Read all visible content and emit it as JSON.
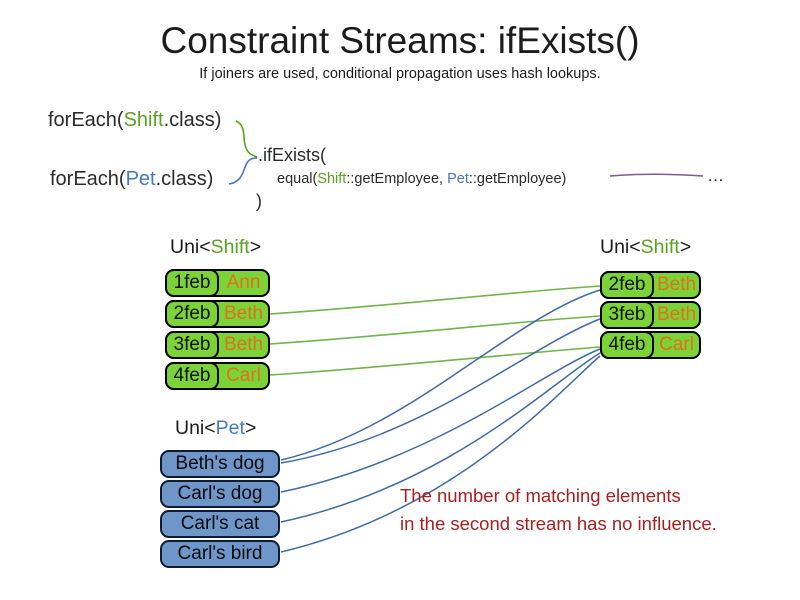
{
  "header": {
    "title": "Constraint Streams: ifExists()",
    "subtitle": "If joiners are used, conditional propagation uses hash lookups."
  },
  "code": {
    "foreach_shift": {
      "prefix": "forEach(",
      "class_name": "Shift",
      "suffix": ".class)"
    },
    "foreach_pet": {
      "prefix": "forEach(",
      "class_name": "Pet",
      "suffix": ".class)"
    },
    "if_exists": ".ifExists(",
    "equal": {
      "prefix": "equal(",
      "class1": "Shift",
      "mid": "::getEmployee, ",
      "class2": "Pet",
      "suffix": "::getEmployee)"
    },
    "ellipsis": "…",
    "close_paren": ")"
  },
  "left_shift_table": {
    "label": {
      "prefix": "Uni<",
      "class_name": "Shift",
      "suffix": ">"
    },
    "rows": [
      {
        "date": "1feb",
        "name": "Ann"
      },
      {
        "date": "2feb",
        "name": "Beth"
      },
      {
        "date": "3feb",
        "name": "Beth"
      },
      {
        "date": "4feb",
        "name": "Carl"
      }
    ]
  },
  "right_shift_table": {
    "label": {
      "prefix": "Uni<",
      "class_name": "Shift",
      "suffix": ">"
    },
    "rows": [
      {
        "date": "2feb",
        "name": "Beth"
      },
      {
        "date": "3feb",
        "name": "Beth"
      },
      {
        "date": "4feb",
        "name": "Carl"
      }
    ]
  },
  "pet_list": {
    "label": {
      "prefix": "Uni<",
      "class_name": "Pet",
      "suffix": ">"
    },
    "items": [
      "Beth's dog",
      "Carl's dog",
      "Carl's cat",
      "Carl's bird"
    ]
  },
  "note": {
    "line1": "The number of matching elements",
    "line2": "in the second stream has no influence."
  },
  "colors": {
    "class_green": "#57a321",
    "class_blue": "#4679bd",
    "box_green": "#7bd338",
    "box_blue": "#6e96c8",
    "name_orange": "#e0711c",
    "line_green": "#70b44c",
    "line_blue": "#3d6ba5",
    "line_purple": "#7d5c8d",
    "note_red": "#a82020"
  }
}
